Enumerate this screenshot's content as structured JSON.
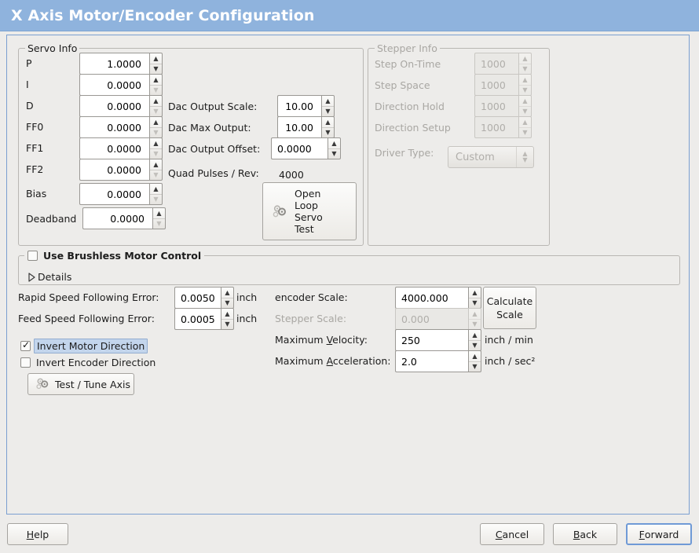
{
  "window": {
    "title": "X Axis Motor/Encoder Configuration",
    "title_bg": "#8fb3dd",
    "title_fg": "#ffffff",
    "panel_border": "#7b9fd0",
    "body_bg": "#edecea"
  },
  "servo_info": {
    "legend": "Servo Info",
    "rows": [
      {
        "label": "P",
        "value": "1.0000"
      },
      {
        "label": "I",
        "value": "0.0000"
      },
      {
        "label": "D",
        "value": "0.0000"
      },
      {
        "label": "FF0",
        "value": "0.0000"
      },
      {
        "label": "FF1",
        "value": "0.0000"
      },
      {
        "label": "FF2",
        "value": "0.0000"
      },
      {
        "label": "Bias",
        "value": "0.0000"
      },
      {
        "label": "Deadband",
        "value": "0.0000"
      }
    ],
    "dac": {
      "output_scale_label": "Dac Output Scale:",
      "output_scale_value": "10.00",
      "max_output_label": "Dac Max Output:",
      "max_output_value": "10.00",
      "output_offset_label": "Dac Output Offset:",
      "output_offset_value": "0.0000",
      "quad_pulses_label": "Quad Pulses / Rev:",
      "quad_pulses_value": "4000"
    },
    "open_loop_button": {
      "line1": "Open",
      "line2": "Loop",
      "line3": "Servo",
      "line4": "Test",
      "icon": "gears-icon"
    }
  },
  "stepper_info": {
    "legend": "Stepper Info",
    "enabled": false,
    "rows": [
      {
        "label": "Step On-Time",
        "value": "1000"
      },
      {
        "label": "Step Space",
        "value": "1000"
      },
      {
        "label": "Direction Hold",
        "value": "1000"
      },
      {
        "label": "Direction Setup",
        "value": "1000"
      }
    ],
    "driver_type_label": "Driver Type:",
    "driver_type_value": "Custom"
  },
  "brushless": {
    "checkbox_label": "Use Brushless Motor Control",
    "checked": false,
    "details_label": "Details",
    "details_expanded": false
  },
  "errors": {
    "rapid_label": "Rapid Speed Following Error:",
    "rapid_value": "0.0050",
    "rapid_unit": "inch",
    "feed_label": "Feed Speed Following Error:",
    "feed_value": "0.0005",
    "feed_unit": "inch"
  },
  "invert": {
    "motor_label": "Invert Motor Direction",
    "motor_checked": true,
    "motor_focused": true,
    "encoder_label": "Invert Encoder Direction",
    "encoder_checked": false
  },
  "test_tune_button": {
    "label": "Test / Tune Axis",
    "icon": "gears-icon"
  },
  "scales": {
    "encoder_label": "encoder Scale:",
    "encoder_value": "4000.000",
    "stepper_label": "Stepper Scale:",
    "stepper_value": "0.000",
    "stepper_enabled": false,
    "calculate_line1": "Calculate",
    "calculate_line2": "Scale",
    "max_velocity_label_pre": "Maximum ",
    "max_velocity_label_key": "V",
    "max_velocity_label_post": "elocity:",
    "max_velocity_value": "250",
    "max_velocity_unit": "inch / min",
    "max_accel_label_pre": "Maximum ",
    "max_accel_label_key": "A",
    "max_accel_label_post": "cceleration:",
    "max_accel_value": "2.0",
    "max_accel_unit": "inch / sec²"
  },
  "actions": {
    "help_pre": "",
    "help_key": "H",
    "help_post": "elp",
    "cancel_pre": "",
    "cancel_key": "C",
    "cancel_post": "ancel",
    "back_pre": "",
    "back_key": "B",
    "back_post": "ack",
    "forward_pre": "",
    "forward_key": "F",
    "forward_post": "orward",
    "focused": "forward"
  }
}
